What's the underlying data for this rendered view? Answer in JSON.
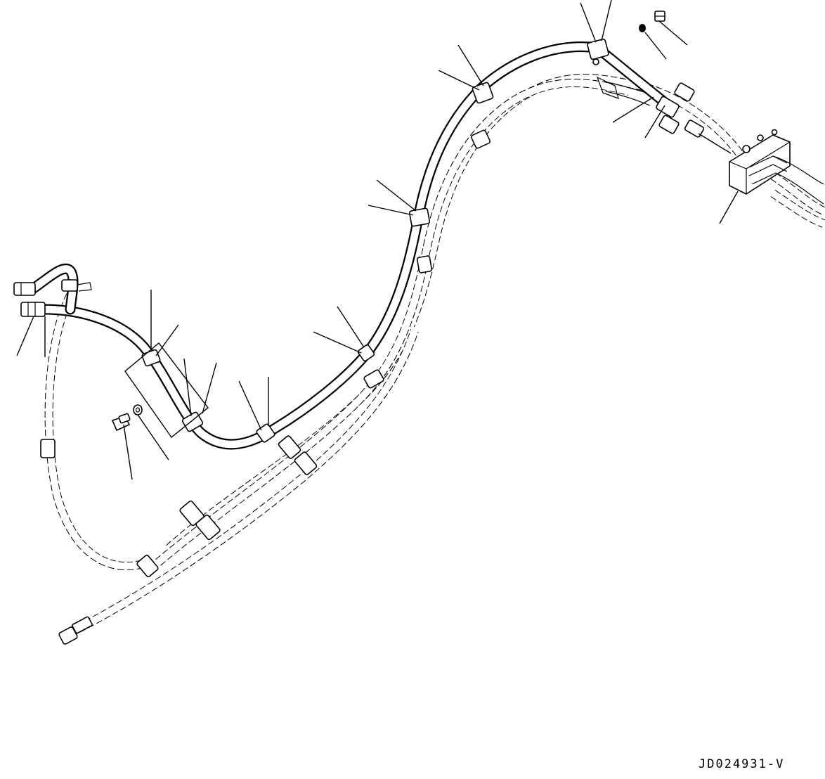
{
  "drawing": {
    "id": "JD024931-V"
  },
  "icons": {
    "hose": "hydraulic-hose",
    "clamp": "hose-clamp",
    "bolt": "bolt",
    "washer": "washer",
    "block": "valve-block",
    "fitting": "elbow-fitting"
  },
  "colors": {
    "line": "#000000",
    "background": "#ffffff"
  }
}
